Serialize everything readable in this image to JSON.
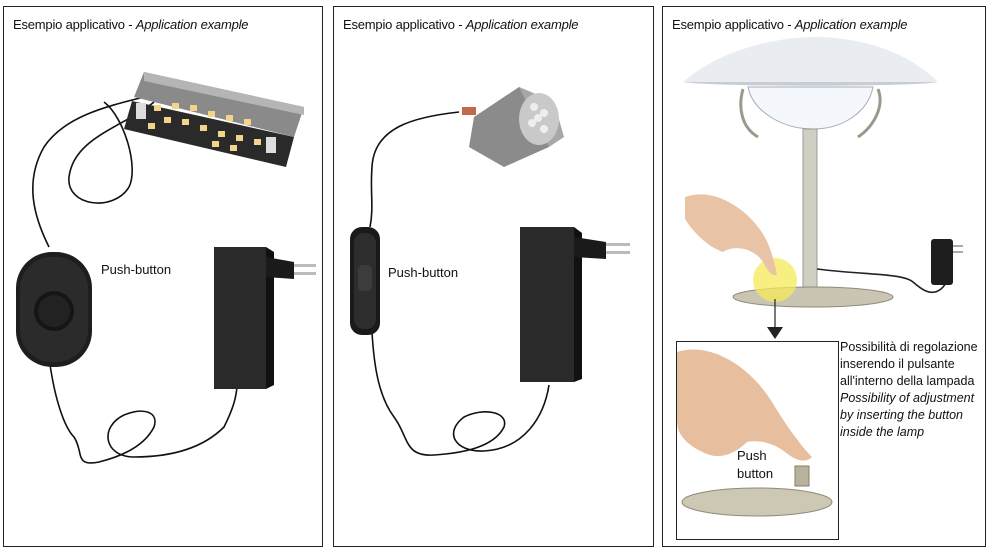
{
  "panels": [
    {
      "title_it": "Esempio applicativo",
      "title_sep": " - ",
      "title_en": "Application example",
      "label": "Push-button"
    },
    {
      "title_it": "Esempio applicativo",
      "title_sep": " - ",
      "title_en": "Application example",
      "label": "Push-button"
    },
    {
      "title_it": "Esempio applicativo",
      "title_sep": " - ",
      "title_en": "Application example",
      "note_it_1": "Possibilità di regolazione",
      "note_it_2": "inserendo il pulsante",
      "note_it_3": "all'interno della lampada",
      "note_en_1": "Possibility of adjustment",
      "note_en_2": "by inserting the button",
      "note_en_3": "inside the lamp",
      "inset_label_1": "Push",
      "inset_label_2": "button"
    }
  ]
}
